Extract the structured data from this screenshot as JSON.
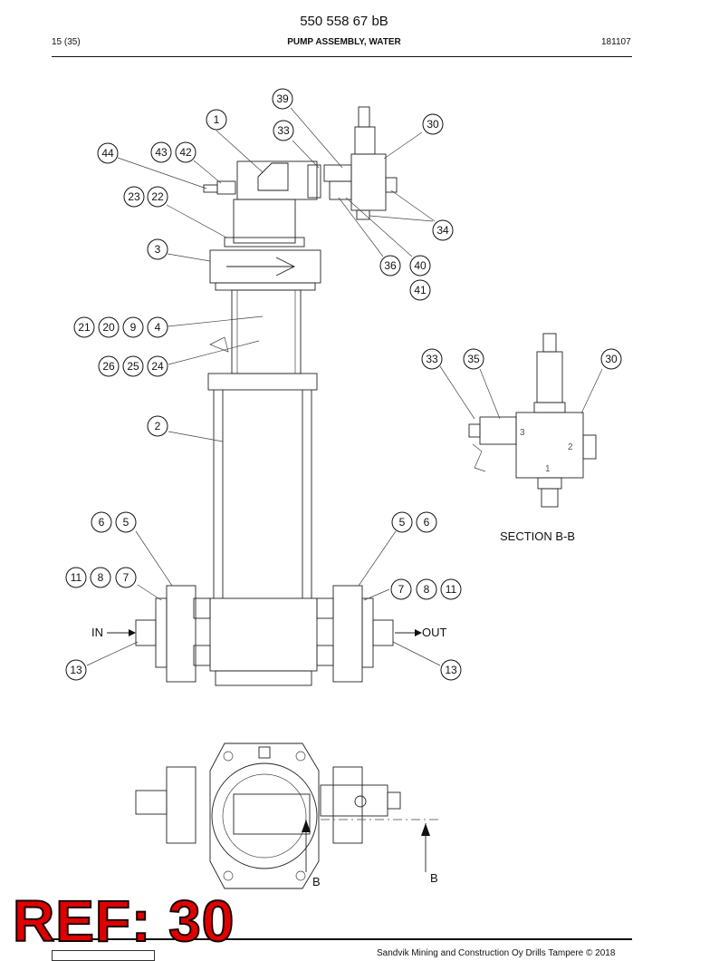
{
  "header": {
    "doc_number": "550 558 67 bB",
    "page": "15 (35)",
    "title": "PUMP ASSEMBLY, WATER",
    "date_code": "181107"
  },
  "drawing": {
    "section_label": "SECTION B-B",
    "in_label": "IN",
    "out_label": "OUT",
    "section_marker_left": "B",
    "section_marker_right": "B",
    "callouts": [
      "39",
      "1",
      "33",
      "30",
      "44",
      "43",
      "42",
      "23",
      "22",
      "34",
      "3",
      "36",
      "40",
      "41",
      "21",
      "20",
      "9",
      "4",
      "26",
      "25",
      "24",
      "33",
      "35",
      "30",
      "2",
      "6",
      "5",
      "5",
      "6",
      "11",
      "8",
      "7",
      "7",
      "8",
      "11",
      "13",
      "13"
    ]
  },
  "footer": {
    "copyright": "Sandvik Mining and Construction Oy Drills Tampere © 2018"
  },
  "overlay": {
    "ref": "REF: 30"
  }
}
